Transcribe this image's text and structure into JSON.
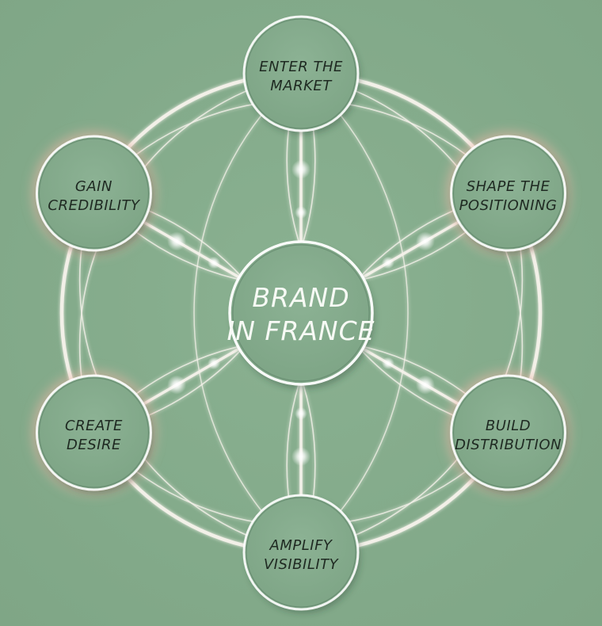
{
  "center": {
    "lines": [
      "BRAND",
      "IN FRANCE"
    ]
  },
  "nodes": [
    {
      "id": "enter-the-market",
      "lines": [
        "ENTER THE",
        "MARKET"
      ],
      "glow": false
    },
    {
      "id": "shape-the-positioning",
      "lines": [
        "SHAPE THE",
        "POSITIONING"
      ],
      "glow": true
    },
    {
      "id": "build-distribution",
      "lines": [
        "BUILD",
        "DISTRIBUTION"
      ],
      "glow": true
    },
    {
      "id": "amplify-visibility",
      "lines": [
        "AMPLIFY",
        "VISIBILITY"
      ],
      "glow": false
    },
    {
      "id": "create-desire",
      "lines": [
        "CREATE",
        "DESIRE"
      ],
      "glow": true
    },
    {
      "id": "gain-credibility",
      "lines": [
        "GAIN",
        "CREDIBILITY"
      ],
      "glow": true
    }
  ],
  "colors": {
    "background": "#85ab8c",
    "node_fill": "#86ad8e",
    "line": "#f4f1ea",
    "glow_pink": "#f2b7a8",
    "node_text": "#1f2a22",
    "center_text": "#f7faf5"
  }
}
